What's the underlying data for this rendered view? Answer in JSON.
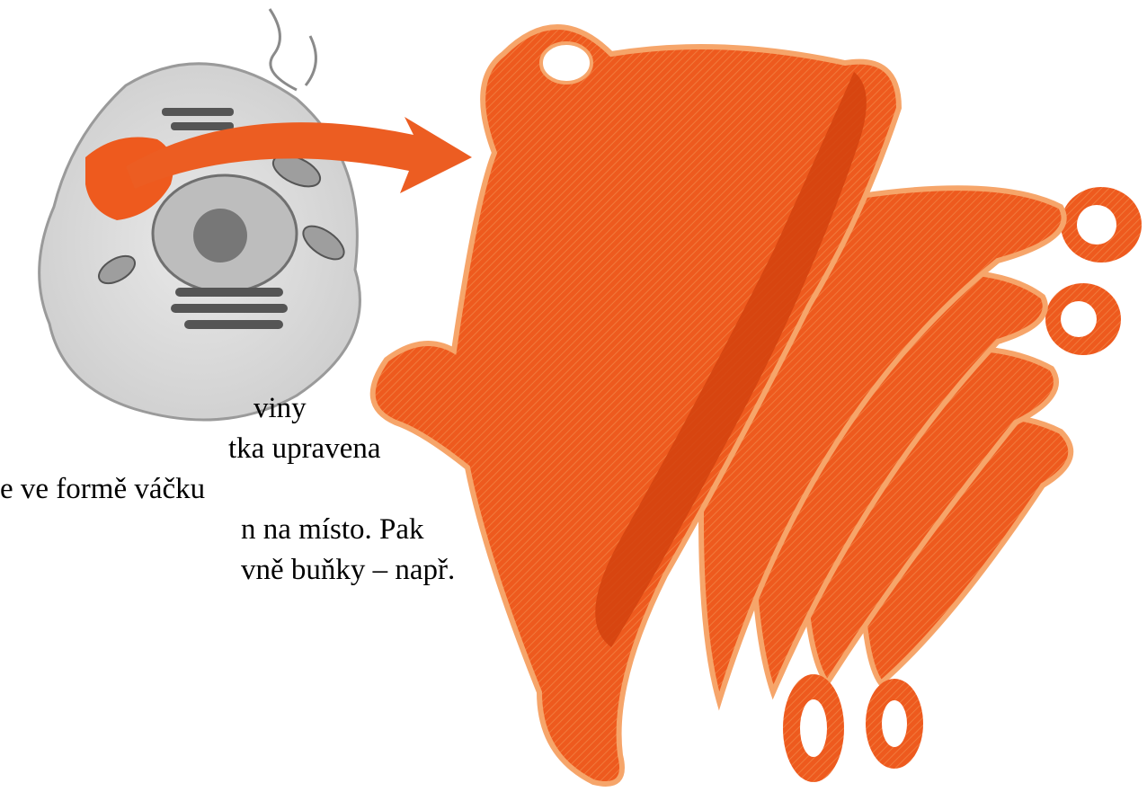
{
  "caption": {
    "lines": [
      {
        "text": "viny",
        "indent": 282
      },
      {
        "text": "tka upravena",
        "indent": 254
      },
      {
        "text": "e ve formě váčku",
        "indent": 268
      },
      {
        "text": "n na místo. Pak",
        "indent": 268
      },
      {
        "text": "vně buňky – např.",
        "indent": 268
      }
    ]
  },
  "colors": {
    "organelle_main": "#ee5a1e",
    "organelle_dark": "#d2420e",
    "organelle_light": "#f6a56a",
    "arrow": "#ec5d22",
    "cell_gray": "#8e8e8e",
    "cell_dark": "#444444"
  }
}
